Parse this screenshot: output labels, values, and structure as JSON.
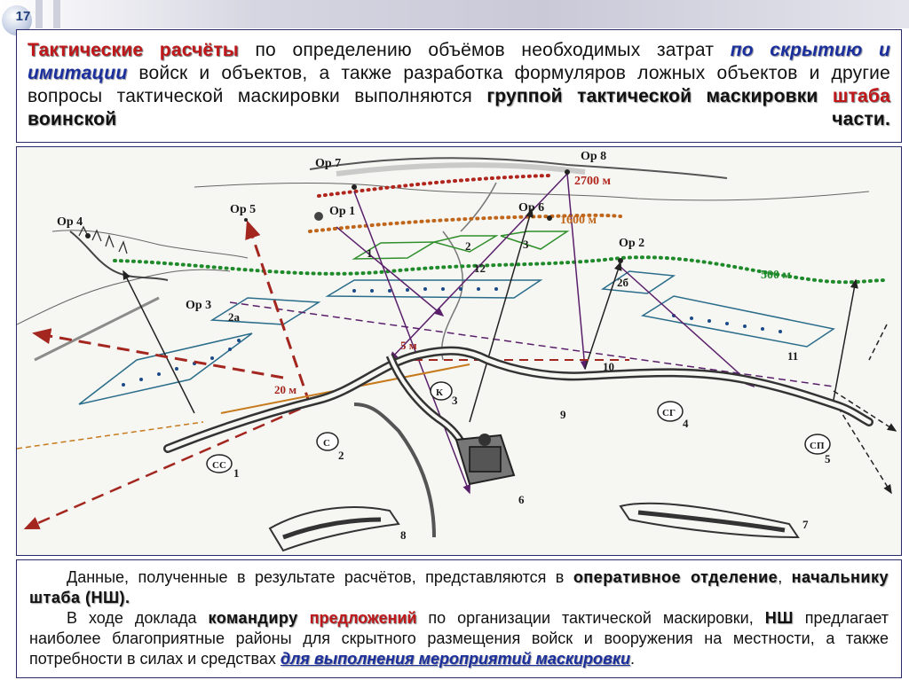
{
  "slide": {
    "number": "17"
  },
  "top_text": {
    "p1": "Тактические расчёты",
    "p2": " по определению объёмов необходимых затрат ",
    "p3": "по скрытию и имитации",
    "p4": " войск и объектов, а также разработка формуляров ложных объектов и другие вопросы тактической маскировки выполняются ",
    "p5": "группой тактической маскировки",
    "p6": " ",
    "p7": "штаба",
    "p8": " ",
    "p9": "воинской части."
  },
  "map": {
    "observation_points": {
      "or1": "Ор 1",
      "or2": "Ор 2",
      "or3": "Ор 3",
      "or4": "Ор 4",
      "or5": "Ор 5",
      "or6": "Ор 6",
      "or7": "Ор 7",
      "or8": "Ор 8"
    },
    "distances": {
      "d2700": "2700 м",
      "d1600": "1600 м",
      "d500": "500 м",
      "d5": "5 м",
      "d20": "20 м"
    },
    "zone_labels": {
      "z1": "1",
      "z2": "2",
      "z3": "3",
      "z2a": "2а",
      "z2b": "2б",
      "z11": "11",
      "z12": "12"
    },
    "object_labels": {
      "n1": "1",
      "n2": "2",
      "n3": "3",
      "n4": "4",
      "n5": "5",
      "n6": "6",
      "n7": "7",
      "n8": "8",
      "n9": "9",
      "n10": "10",
      "n11": "11"
    },
    "circle_labels": {
      "cc": "СС",
      "c": "С",
      "k": "К",
      "cg": "СГ",
      "sp": "СП"
    },
    "colors": {
      "dotted_green": "#1f8a2a",
      "dotted_red": "#b0261c",
      "dotted_orange": "#c0661a",
      "zone_blue": "#2a6d8a",
      "zone_green": "#2f8f2a",
      "arrow_purple": "#5a1f6a",
      "arrow_red": "#a3261f",
      "arrow_orange": "#c77a1c"
    }
  },
  "bottom_text": {
    "a1": "Данные, полученные в результате расчётов, представляются в ",
    "a2": "оперативное отделение",
    "a3": ", ",
    "a4": "начальнику штаба (НШ).",
    "b1": "В ходе доклада ",
    "b2": "командиру",
    "b3": " ",
    "b4": "предложений",
    "b5": " по организации тактической маскировки, ",
    "b6": "НШ",
    "b7": " предлагает наиболее благоприятные районы для скрытного размещения войск и вооружения на местности, а также потребности в силах и средствах ",
    "b8": "для выполнения мероприятий маскировки",
    "b9": "."
  }
}
